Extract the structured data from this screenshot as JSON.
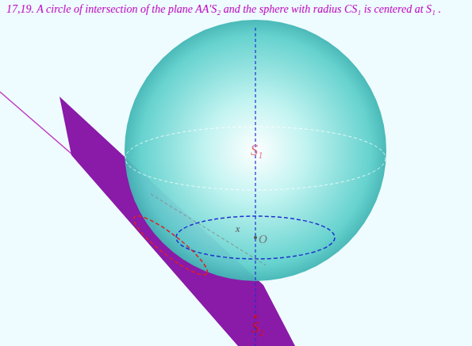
{
  "diagram": {
    "title": "17,19. A circle of intersection of the plane AA'S₂ and the sphere with radius CS₁ is centered at S₁ .",
    "labels": [
      "S₁",
      "x",
      "O",
      "S₂"
    ]
  }
}
